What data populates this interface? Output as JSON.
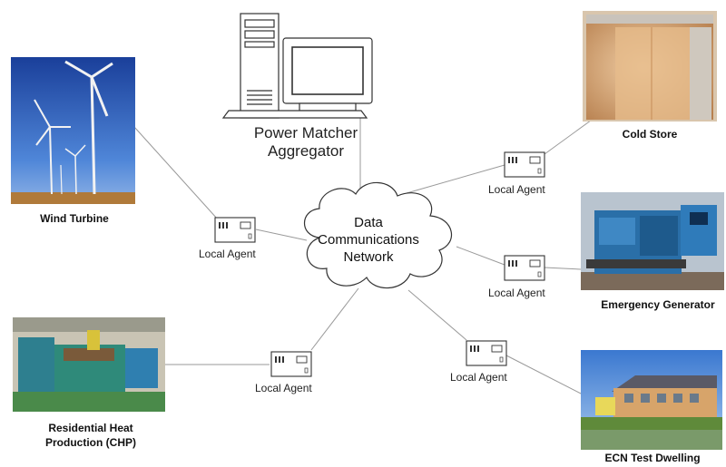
{
  "aggregator": {
    "line1": "Power Matcher",
    "line2": "Aggregator",
    "icon": "computer-icon"
  },
  "network": {
    "line1": "Data",
    "line2": "Communications",
    "line3": "Network",
    "shape": "cloud"
  },
  "agents": [
    {
      "id": "wind",
      "label": "Local Agent"
    },
    {
      "id": "cold",
      "label": "Local Agent"
    },
    {
      "id": "gen",
      "label": "Local Agent"
    },
    {
      "id": "chp",
      "label": "Local Agent"
    },
    {
      "id": "dwell",
      "label": "Local Agent"
    }
  ],
  "nodes": {
    "wind": {
      "label": "Wind Turbine"
    },
    "cold": {
      "label": "Cold Store"
    },
    "gen": {
      "label": "Emergency Generator"
    },
    "chp": {
      "line1": "Residential Heat",
      "line2": "Production (CHP)"
    },
    "dwell": {
      "label": "ECN Test Dwelling"
    }
  },
  "colors": {
    "line": "#9a9a9a",
    "sky": "#3d6fd0",
    "generator": "#2a6fa8",
    "chp_machine": "#2f8a7a",
    "cold_store": "#d8a877",
    "dwelling_grass": "#5f8a3a"
  }
}
